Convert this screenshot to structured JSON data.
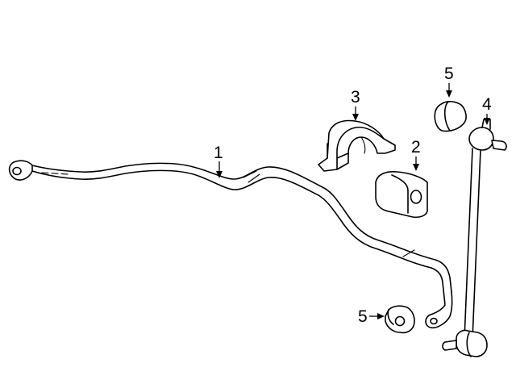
{
  "callouts": [
    {
      "id": "c1",
      "label": "1"
    },
    {
      "id": "c2",
      "label": "2"
    },
    {
      "id": "c3",
      "label": "3"
    },
    {
      "id": "c4",
      "label": "4"
    },
    {
      "id": "c5a",
      "label": "5"
    },
    {
      "id": "c5b",
      "label": "5"
    }
  ],
  "parts": {
    "stabilizer_bar": "1",
    "bushing": "2",
    "bracket": "3",
    "link": "4",
    "nut": "5"
  }
}
